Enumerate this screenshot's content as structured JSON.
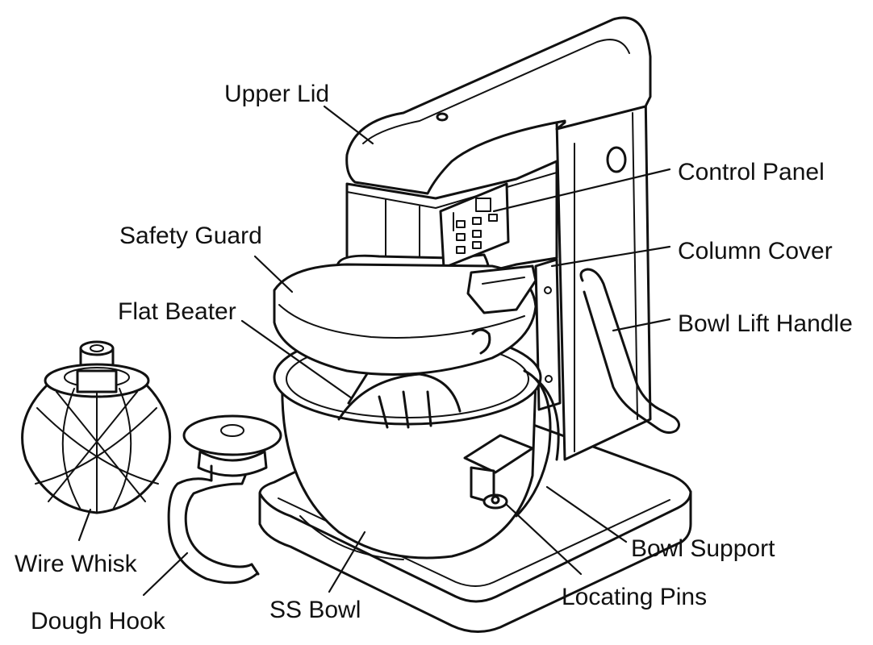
{
  "labels": {
    "upper_lid": "Upper Lid",
    "control_panel": "Control Panel",
    "safety_guard": "Safety Guard",
    "column_cover": "Column Cover",
    "flat_beater": "Flat Beater",
    "bowl_lift_handle": "Bowl Lift Handle",
    "wire_whisk": "Wire Whisk",
    "dough_hook": "Dough Hook",
    "ss_bowl": "SS Bowl",
    "bowl_support": "Bowl Support",
    "locating_pins": "Locating Pins"
  },
  "colors": {
    "ink": "#111111",
    "background": "#ffffff"
  }
}
